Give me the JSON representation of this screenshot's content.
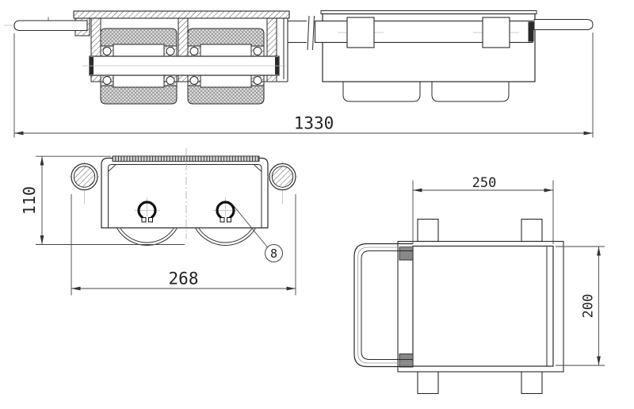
{
  "dimensions": {
    "overall_length": "1330",
    "front_height": "110",
    "front_width": "268",
    "top_plate_width": "250",
    "top_plate_depth": "200"
  },
  "callout": {
    "circlip_label": "8"
  },
  "colors": {
    "line": "#2a2a2a",
    "dim_line": "#444444",
    "center_line": "#bbbbbb",
    "background": "#ffffff"
  }
}
